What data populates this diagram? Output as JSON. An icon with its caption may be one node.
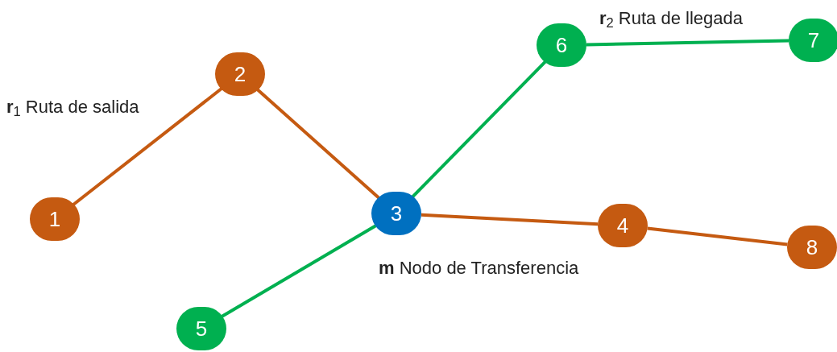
{
  "diagram": {
    "nodes": [
      {
        "text": [
          "1"
        ]
      },
      {
        "text": [
          "2"
        ]
      },
      {
        "text": [
          "3"
        ]
      },
      {
        "text": [
          "4"
        ]
      },
      {
        "text": [
          "5"
        ]
      },
      {
        "text": [
          "6"
        ]
      },
      {
        "text": [
          "7"
        ]
      },
      {
        "text": [
          "8"
        ]
      }
    ],
    "edges": [
      {
        "from": 0,
        "to": 1,
        "arrow": "none"
      },
      {
        "from": 1,
        "to": 2,
        "arrow": "none"
      },
      {
        "from": 2,
        "to": 3,
        "arrow": "none"
      },
      {
        "from": 3,
        "to": 7,
        "arrow": "none"
      },
      {
        "from": 2,
        "to": 5,
        "arrow": "none",
        "color": "#00b050"
      },
      {
        "from": 5,
        "to": 6,
        "arrow": "none",
        "color": "#00b050"
      },
      {
        "from": 4,
        "to": 2,
        "arrow": "none",
        "color": "#00b050"
      }
    ],
    "labels": [
      "**r**$_{1}$ Ruta de salida",
      "**r**$_{2}$ Ruta de llegada",
      "**m** Nodo de Transferencia"
    ]
  }
}
